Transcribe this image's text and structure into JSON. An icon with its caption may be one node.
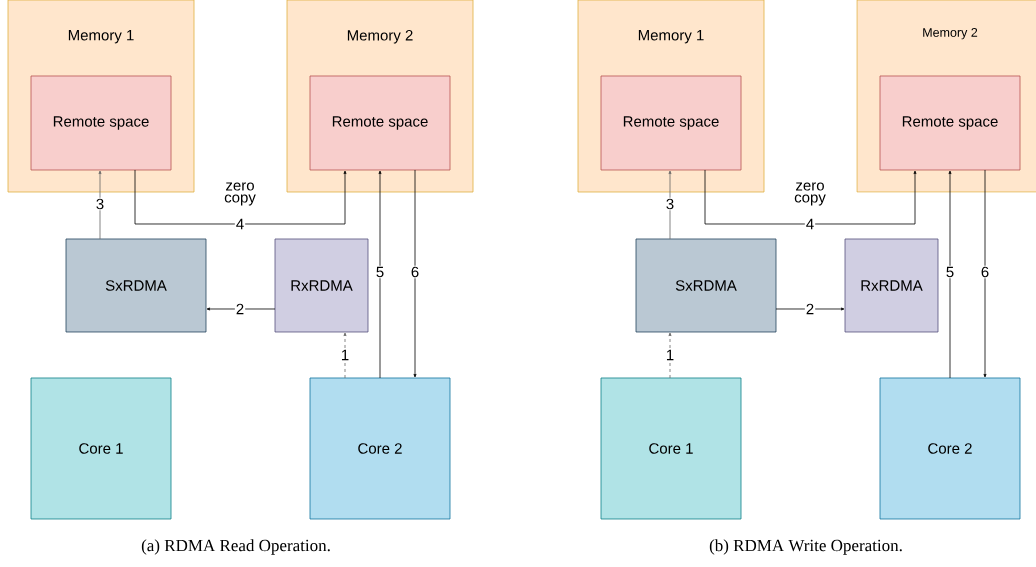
{
  "diagram": {
    "nodes": [
      {
        "text": [
          "Memory 1"
        ]
      },
      {
        "text": [
          "Remote space"
        ],
        "in": 0
      },
      {
        "text": [
          "Memory 2"
        ]
      },
      {
        "text": [
          "Remote space"
        ],
        "in": 2
      },
      {
        "text": [
          "SxRDMA"
        ]
      },
      {
        "text": [
          "RxRDMA"
        ]
      },
      {
        "text": [
          "Core 1"
        ]
      },
      {
        "text": [
          "Core 2"
        ]
      },
      {
        "text": [
          "Memory 1"
        ]
      },
      {
        "text": [
          "Remote space"
        ],
        "in": 8
      },
      {
        "text": [
          "Memory 2"
        ]
      },
      {
        "text": [
          "Remote space"
        ],
        "in": 10
      },
      {
        "text": [
          "SxRDMA"
        ]
      },
      {
        "text": [
          "RxRDMA"
        ]
      },
      {
        "text": [
          "Core 1"
        ]
      },
      {
        "text": [
          "Core 2"
        ]
      }
    ],
    "edges": [
      {
        "from": 7,
        "to": 5,
        "arrow": "to",
        "label": "1",
        "style": "dashed",
        "color": "#666666"
      },
      {
        "from": 5,
        "to": 4,
        "arrow": "to",
        "label": "2"
      },
      {
        "from": 4,
        "to": 1,
        "arrow": "to",
        "label": "3",
        "color": "#666666"
      },
      {
        "from": 1,
        "to": 3,
        "arrow": "to",
        "label": "4"
      },
      {
        "from": 7,
        "to": 3,
        "arrow": "to",
        "label": "5"
      },
      {
        "from": 3,
        "to": 7,
        "arrow": "to",
        "label": "6"
      },
      {
        "from": 14,
        "to": 12,
        "arrow": "to",
        "label": "1",
        "style": "dashed",
        "color": "#666666"
      },
      {
        "from": 12,
        "to": 13,
        "arrow": "to",
        "label": "2"
      },
      {
        "from": 12,
        "to": 9,
        "arrow": "to",
        "label": "3",
        "color": "#666666"
      },
      {
        "from": 9,
        "to": 11,
        "arrow": "to",
        "label": "4"
      },
      {
        "from": 15,
        "to": 11,
        "arrow": "to",
        "label": "5"
      },
      {
        "from": 11,
        "to": 15,
        "arrow": "to",
        "label": "6"
      }
    ],
    "labels": [
      "zero copy",
      "zero copy",
      "(a) RDMA Read Operation.",
      "(b) RDMA Write Operation."
    ]
  }
}
